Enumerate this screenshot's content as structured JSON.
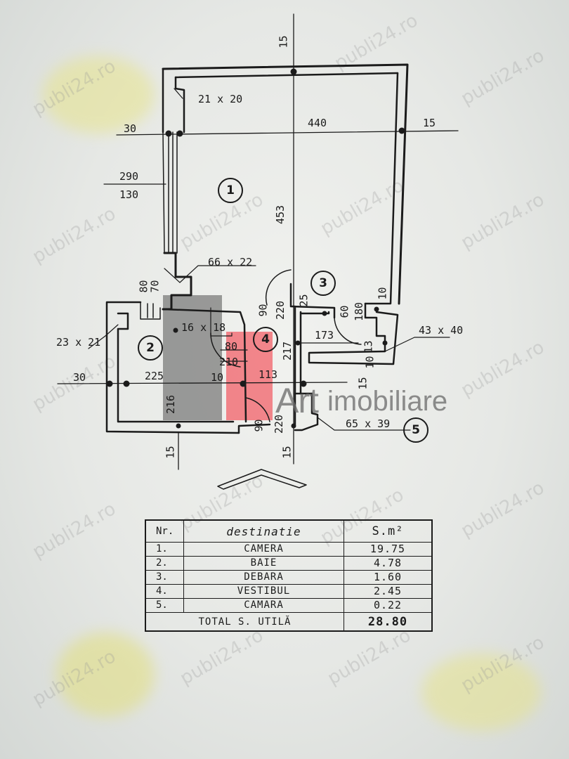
{
  "plan": {
    "room_numbers": [
      "1",
      "2",
      "3",
      "4",
      "5"
    ],
    "dimensions": {
      "top_axis": "15",
      "wall_top": "21 x 20",
      "left_offset": "30",
      "width_main": "440",
      "right_offset": "15",
      "window_a": "290",
      "window_b": "130",
      "height_main": "453",
      "pillar": "66 x 22",
      "door_w": "90",
      "door_h": "220",
      "wall_25": "25",
      "wall_10_top": "10",
      "closet_60": "60",
      "closet_180": "180",
      "sill_80": "80",
      "sill_70": "70",
      "wall_23x21": "23 x 21",
      "cut_16x18": "16 x 18",
      "door_80": "80",
      "door_210": "210",
      "len_173": "173",
      "wall_43x40": "43 x 40",
      "wall_217": "217",
      "wall_10": "10",
      "wall_13": "13",
      "wall_10b": "10",
      "left_30": "30",
      "width_225": "225",
      "wall_10c": "10",
      "width_113": "113",
      "right_15": "15",
      "height_216": "216",
      "door2_w": "90",
      "door2_h": "220",
      "pipe": "65 x 39",
      "bottom_15a": "15",
      "bottom_15b": "15"
    },
    "watermark": "publi24.ro",
    "logo": {
      "art": "Art",
      "imob": "imobiliare"
    },
    "colors": {
      "logo_gray": "#5f5f5f",
      "logo_red": "#f25760",
      "ink": "#1b1b1b"
    }
  },
  "table": {
    "headers": [
      "Nr.",
      "destinatie",
      "S.m²"
    ],
    "rows": [
      {
        "nr": "1.",
        "dest": "CAMERA",
        "area": "19.75"
      },
      {
        "nr": "2.",
        "dest": "BAIE",
        "area": "4.78"
      },
      {
        "nr": "3.",
        "dest": "DEBARA",
        "area": "1.60"
      },
      {
        "nr": "4.",
        "dest": "VESTIBUL",
        "area": "2.45"
      },
      {
        "nr": "5.",
        "dest": "CAMARA",
        "area": "0.22"
      }
    ],
    "total_label": "TOTAL S. UTILĂ",
    "total_value": "28.80"
  }
}
